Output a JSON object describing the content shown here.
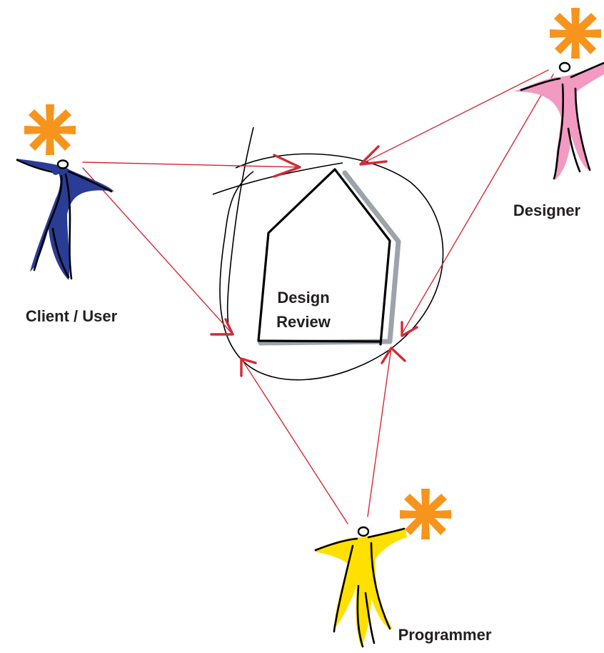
{
  "diagram": {
    "center": {
      "line1": "Design",
      "line2": "Review"
    },
    "roles": {
      "client": {
        "label": "Client / User",
        "color": "#2a3d96"
      },
      "designer": {
        "label": "Designer",
        "color": "#f29ac2"
      },
      "programmer": {
        "label": "Programmer",
        "color": "#ffe000"
      }
    },
    "colors": {
      "arrow": "#d42a35",
      "star": "#f7941d",
      "outline": "#000000",
      "house_shadow": "#9ea3ab"
    }
  }
}
